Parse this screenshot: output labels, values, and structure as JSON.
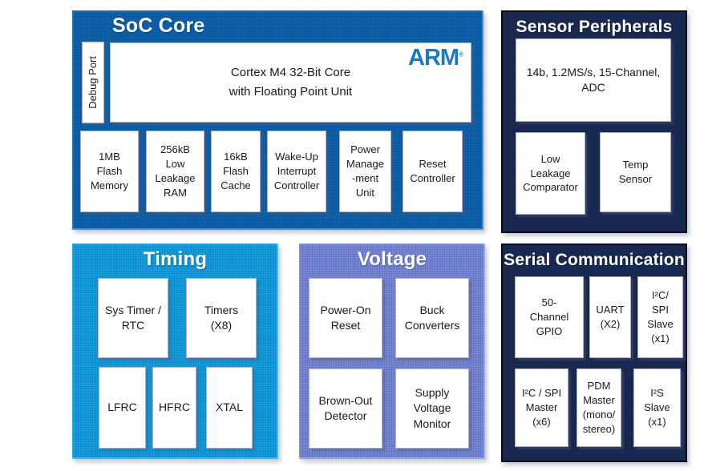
{
  "blocks": {
    "soc_core": {
      "title": "SoC Core",
      "debug_port_label": "Debug Port",
      "cpu_label": "Cortex M4 32-Bit Core\nwith Floating Point Unit",
      "arm_logo": "ARM",
      "arm_trademark": "®",
      "modules": [
        "1MB\nFlash\nMemory",
        "256kB\nLow\nLeakage\nRAM",
        "16kB\nFlash\nCache",
        "Wake-Up\nInterrupt\nController",
        "Power\nManage\n-ment\nUnit",
        "Reset\nController"
      ]
    },
    "sensor_peripherals": {
      "title": "Sensor Peripherals",
      "adc_label": "14b, 1.2MS/s, 15-Channel,\nADC",
      "modules": [
        "Low\nLeakage\nComparator",
        "Temp\nSensor"
      ]
    },
    "timing": {
      "title": "Timing",
      "row1": [
        "Sys Timer /\nRTC",
        "Timers\n(X8)"
      ],
      "row2": [
        "LFRC",
        "HFRC",
        "XTAL"
      ]
    },
    "voltage": {
      "title": "Voltage",
      "row1": [
        "Power-On\nReset",
        "Buck\nConverters"
      ],
      "row2": [
        "Brown-Out\nDetector",
        "Supply\nVoltage\nMonitor"
      ]
    },
    "serial_communication": {
      "title": "Serial Communication",
      "row1": [
        "50-\nChannel\nGPIO",
        "UART\n(X2)",
        "I²C/\nSPI\nSlave\n(x1)"
      ],
      "row2": [
        "I²C / SPI\nMaster\n(x6)",
        "PDM\nMaster\n(mono/\nstereo)",
        "I²S\nSlave\n(x1)"
      ]
    }
  },
  "colors": {
    "soc_core_bg": "#0f67b2",
    "sensor_peripherals_bg": "#1c2b53",
    "timing_bg": "#14a6e9",
    "voltage_bg": "#7e8ee0",
    "serial_communication_bg": "#1c2b53",
    "arm_logo_blue": "#1b79c0",
    "module_bg": "#ffffff",
    "header_text": "#ffffff",
    "module_text": "#1a1a1a"
  }
}
